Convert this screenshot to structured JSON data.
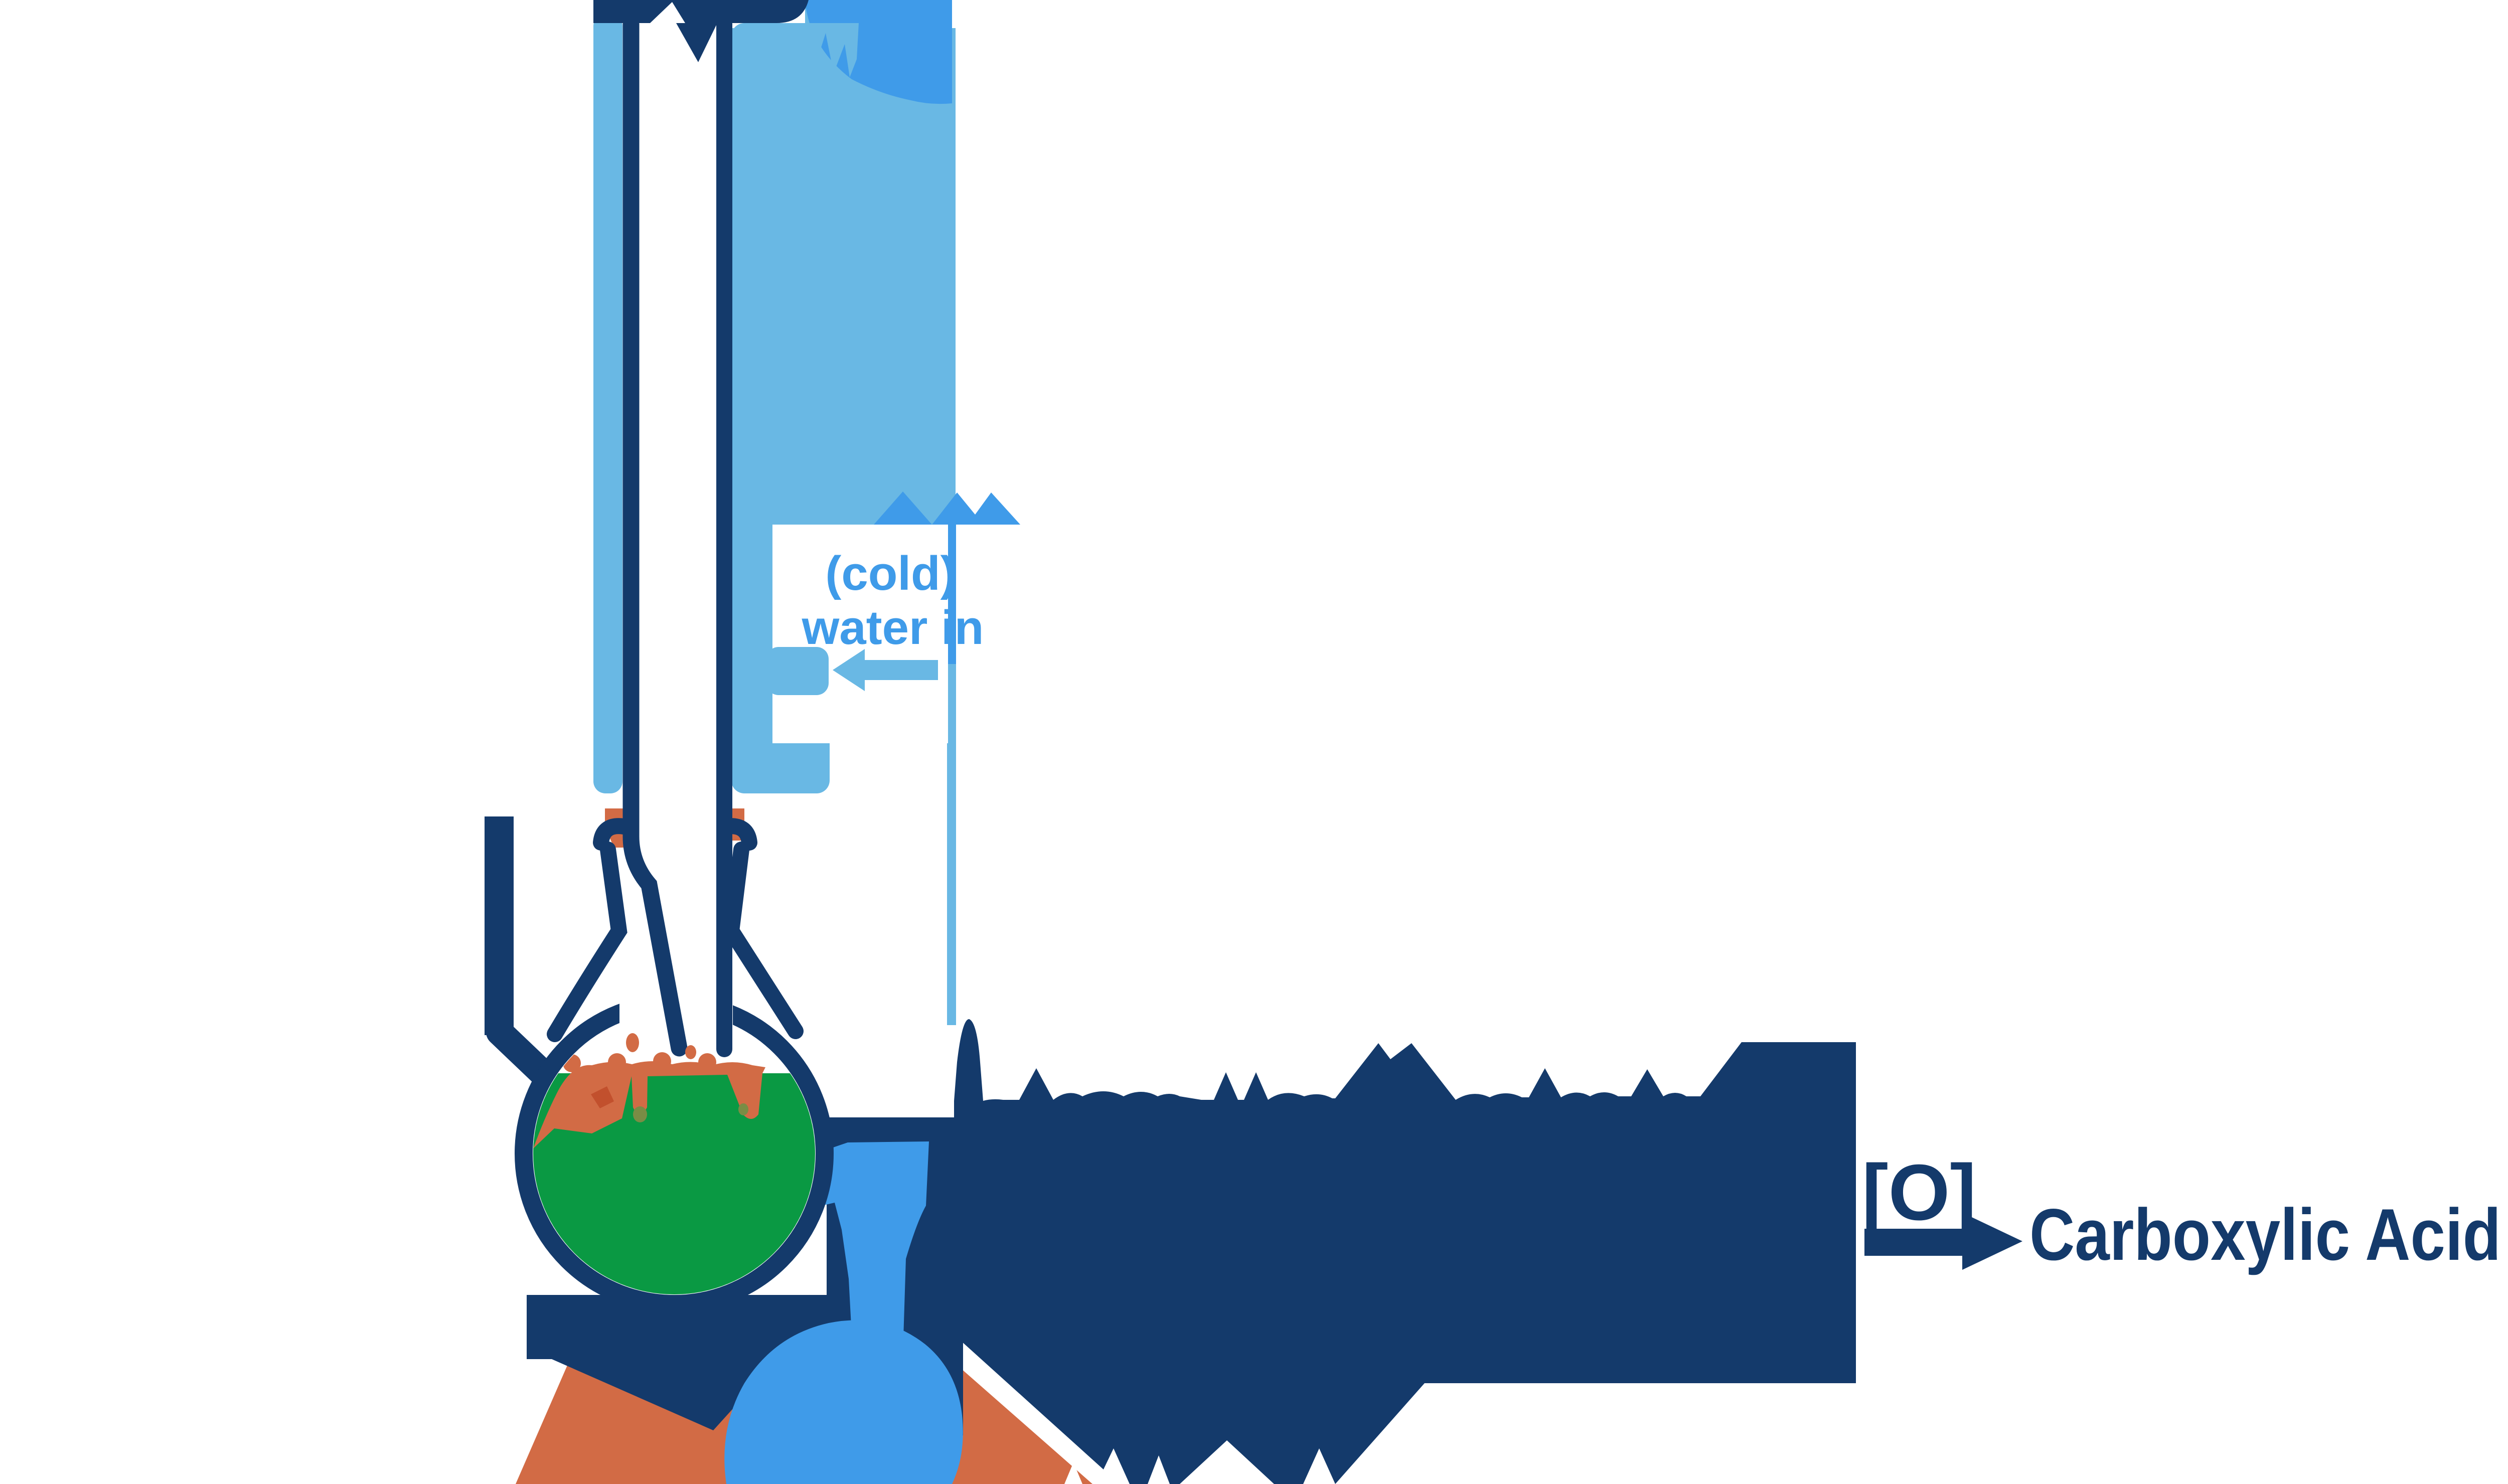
{
  "diagram": {
    "type": "chemistry-reflux-apparatus",
    "labels": {
      "cold": "(cold)",
      "water_in": "water in",
      "oxidation": "[O]",
      "product": "Carboxylic Acid"
    },
    "apparatus_parts": [
      "condenser-jacket",
      "condenser-inner-tube",
      "cold-water-inlet-arm",
      "round-bottom-flask",
      "clamp-stand",
      "reaction-mixture-green",
      "oxidising-agent-orange-layer",
      "heat-source",
      "vapour-arrow",
      "giant-caption-text-clipped"
    ],
    "colors": {
      "navy": "#143A6B",
      "medium_blue": "#3F9BE9",
      "light_blue": "#69B8E4",
      "green": "#0A9943",
      "orange": "#D26B45",
      "dark_red": "#C2502D",
      "olive": "#7A8C45",
      "background": "#FFFFFF"
    }
  }
}
